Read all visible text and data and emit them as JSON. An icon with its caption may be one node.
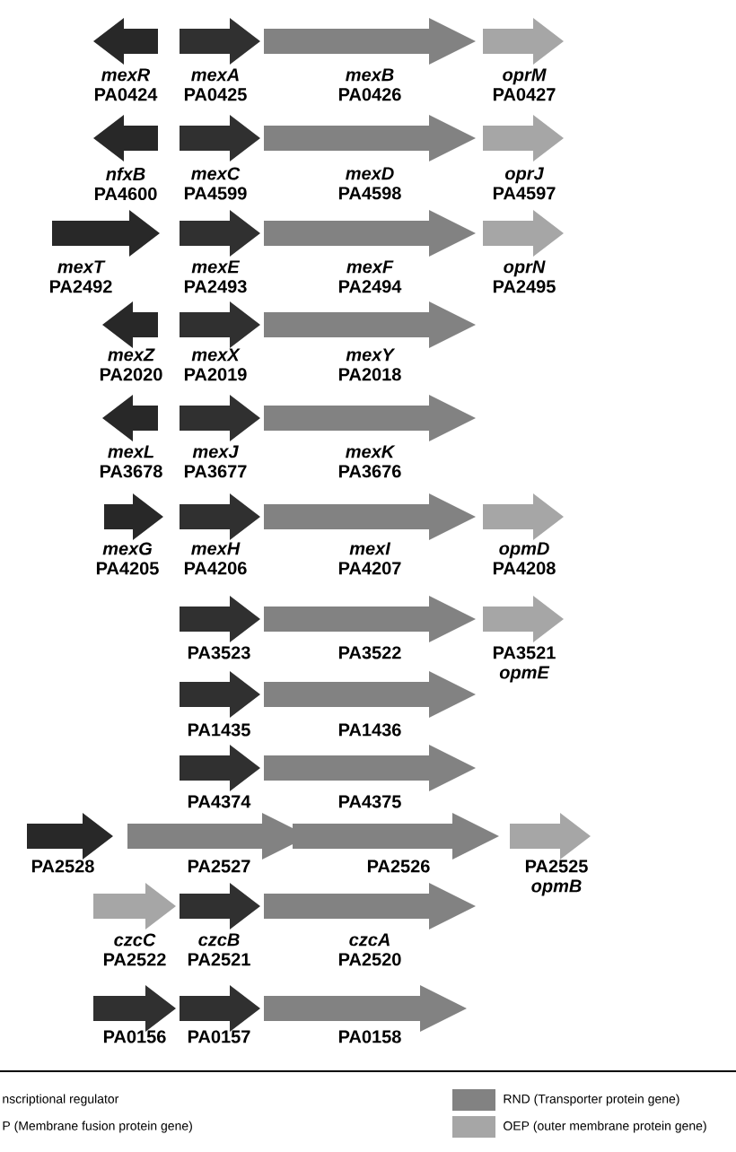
{
  "diagram": {
    "nodes": [
      {
        "text": [
          "mexR",
          "PA0424"
        ]
      },
      {
        "text": [
          "mexA",
          "PA0425"
        ]
      },
      {
        "text": [
          "mexB",
          "PA0426"
        ]
      },
      {
        "text": [
          "oprM",
          "PA0427"
        ]
      },
      {
        "text": [
          "nfxB",
          "PA4600"
        ]
      },
      {
        "text": [
          "mexC",
          "PA4599"
        ]
      },
      {
        "text": [
          "mexD",
          "PA4598"
        ]
      },
      {
        "text": [
          "oprJ",
          "PA4597"
        ]
      },
      {
        "text": [
          "mexT",
          "PA2492"
        ]
      },
      {
        "text": [
          "mexE",
          "PA2493"
        ]
      },
      {
        "text": [
          "mexF",
          "PA2494"
        ]
      },
      {
        "text": [
          "oprN",
          "PA2495"
        ]
      },
      {
        "text": [
          "mexZ",
          "PA2020"
        ]
      },
      {
        "text": [
          "mexX",
          "PA2019"
        ]
      },
      {
        "text": [
          "mexY",
          "PA2018"
        ]
      },
      {
        "text": [
          "mexL",
          "PA3678"
        ]
      },
      {
        "text": [
          "mexJ",
          "PA3677"
        ]
      },
      {
        "text": [
          "mexK",
          "PA3676"
        ]
      },
      {
        "text": [
          "mexG",
          "PA4205"
        ]
      },
      {
        "text": [
          "mexH",
          "PA4206"
        ]
      },
      {
        "text": [
          "mexI",
          "PA4207"
        ]
      },
      {
        "text": [
          "opmD",
          "PA4208"
        ]
      },
      {
        "text": [
          "PA3523"
        ]
      },
      {
        "text": [
          "PA3522"
        ]
      },
      {
        "text": [
          "PA3521",
          "opmE"
        ]
      },
      {
        "text": [
          "PA1435"
        ]
      },
      {
        "text": [
          "PA1436"
        ]
      },
      {
        "text": [
          "PA4374"
        ]
      },
      {
        "text": [
          "PA4375"
        ]
      },
      {
        "text": [
          "PA2528"
        ]
      },
      {
        "text": [
          "PA2527"
        ]
      },
      {
        "text": [
          "PA2526"
        ]
      },
      {
        "text": [
          "PA2525",
          "opmB"
        ]
      },
      {
        "text": [
          "czcC",
          "PA2522"
        ]
      },
      {
        "text": [
          "czcB",
          "PA2521"
        ]
      },
      {
        "text": [
          "czcA",
          "PA2520"
        ]
      },
      {
        "text": [
          "PA0156"
        ]
      },
      {
        "text": [
          "PA0157"
        ]
      },
      {
        "text": [
          "PA0158"
        ]
      }
    ],
    "legend": [
      {
        "text": "nscriptional regulator"
      },
      {
        "text": "RND (Transporter protein gene)"
      },
      {
        "text": "P (Membrane fusion protein gene)"
      },
      {
        "text": "OEP (outer membrane protein gene)",
        "color": "#a6a6a6"
      }
    ]
  }
}
